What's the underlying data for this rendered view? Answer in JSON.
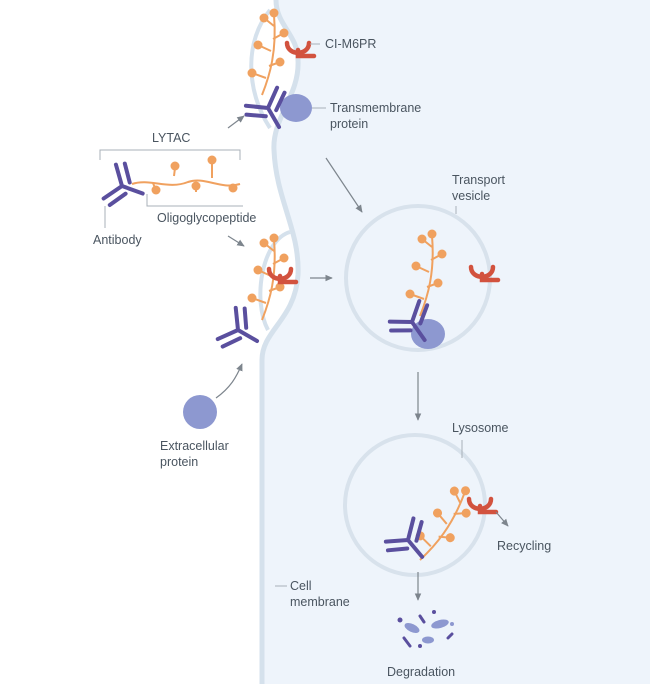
{
  "labels": {
    "ci_m6pr": "CI-M6PR",
    "transmembrane_line1": "Transmembrane",
    "transmembrane_line2": "protein",
    "lytac": "LYTAC",
    "oligoglycopeptide": "Oligoglycopeptide",
    "antibody": "Antibody",
    "transport_line1": "Transport",
    "transport_line2": "vesicle",
    "extracellular_line1": "Extracellular",
    "extracellular_line2": "protein",
    "lysosome": "Lysosome",
    "recycling": "Recycling",
    "cell_line1": "Cell",
    "cell_line2": "membrane",
    "degradation": "Degradation"
  },
  "colors": {
    "cytoplasm": "#eef4fb",
    "extracellular": "#ffffff",
    "membrane": "#d5e1ec",
    "antibody": "#5a4f9e",
    "protein": "#8d98d0",
    "glycan": "#f0a15f",
    "receptor": "#d2523e",
    "arrow": "#7d858d",
    "label": "#4a5560"
  }
}
